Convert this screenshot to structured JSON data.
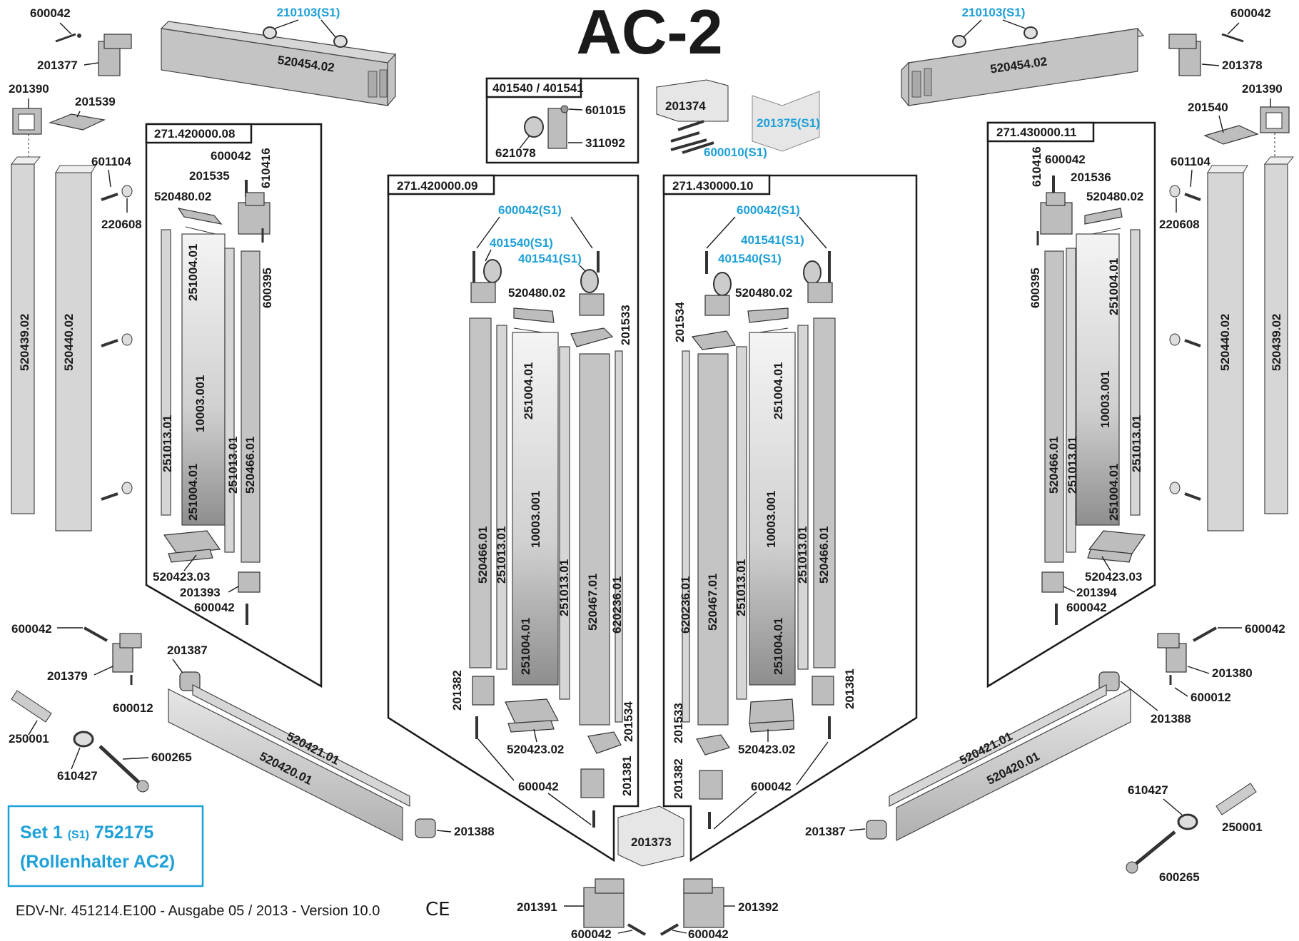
{
  "title": "AC-2",
  "footer": "EDV-Nr. 451214.E100 - Ausgabe 05 / 2013 - Version 10.0",
  "ce_mark": "CE",
  "set_box": {
    "line1_a": "Set 1",
    "line1_b": "(S1)",
    "line1_c": "752175",
    "line2": "(Rollenhalter AC2)"
  },
  "colors": {
    "accent": "#1ea0d8",
    "text": "#1a1a1a",
    "profile": "#d6d6d6"
  },
  "boxes": {
    "box_401540": "401540 / 401541",
    "door_left": "271.420000.08",
    "door_mid_left": "271.420000.09",
    "door_mid_right": "271.430000.10",
    "door_right": "271.430000.11"
  },
  "labels": {
    "p600042_tl": "600042",
    "p201377": "201377",
    "p210103_l": "210103(S1)",
    "p520454_l": "520454.02",
    "p201390_l": "201390",
    "p201539": "201539",
    "p601104_l": "601104",
    "p220608_l": "220608",
    "p600042_d1": "600042",
    "p610416_d1": "610416",
    "p201535": "201535",
    "p520480_d1": "520480.02",
    "p600395_d1": "600395",
    "p520423_d1": "520423.03",
    "p201393": "201393",
    "p600042_d1b": "600042",
    "p600042_bl": "600042",
    "p201387_l": "201387",
    "p201379": "201379",
    "p600012_l": "600012",
    "p250001_l": "250001",
    "p610427_l": "610427",
    "p600265_l": "600265",
    "p201388_l": "201388",
    "p601015": "601015",
    "p621078": "621078",
    "p311092": "311092",
    "p201374": "201374",
    "p201375": "201375(S1)",
    "p600010": "600010(S1)",
    "p600042s1_ml": "600042(S1)",
    "p401540s1_ml": "401540(S1)",
    "p401541s1_ml": "401541(S1)",
    "p520480_ml": "520480.02",
    "p201533_ml": "201533",
    "p201382_ml": "201382",
    "p520423_ml": "520423.02",
    "p600042_ml": "600042",
    "p201534_ml": "201534",
    "p201381_ml": "201381",
    "p600042s1_mr": "600042(S1)",
    "p401541s1_mr": "401541(S1)",
    "p401540s1_mr": "401540(S1)",
    "p520480_mr": "520480.02",
    "p201534_mr": "201534",
    "p201381_mr": "201381",
    "p520423_mr": "520423.02",
    "p600042_mr": "600042",
    "p201533_mr": "201533",
    "p201382_mr": "201382",
    "p201373": "201373",
    "p210103_r": "210103(S1)",
    "p520454_r": "520454.02",
    "p600042_tr": "600042",
    "p201378": "201378",
    "p201390_r": "201390",
    "p201540": "201540",
    "p601104_r": "601104",
    "p220608_r": "220608",
    "p610416_d4": "610416",
    "p600042_d4": "600042",
    "p201536": "201536",
    "p520480_d4": "520480.02",
    "p600395_d4": "600395",
    "p520423_d4": "520423.03",
    "p201394": "201394",
    "p600042_d4b": "600042",
    "p600042_br": "600042",
    "p201380": "201380",
    "p600012_r": "600012",
    "p201388_r": "201388",
    "p520421_l": "520421.01",
    "p520420_l": "520420.01",
    "p520421_r": "520421.01",
    "p520420_r": "520420.01",
    "p201387_r": "201387",
    "p610427_r": "610427",
    "p250001_r": "250001",
    "p600265_r": "600265",
    "p201391": "201391",
    "p201392": "201392",
    "p600042_bot_l": "600042",
    "p600042_bot_r": "600042"
  },
  "vlabels": {
    "v520439_l": "520439.02",
    "v520440_l": "520440.02",
    "v251013_d1a": "251013.01",
    "v251004_d1a": "251004.01",
    "v10003_d1": "10003.001",
    "v251004_d1b": "251004.01",
    "v251013_d1b": "251013.01",
    "v520466_d1": "520466.01",
    "v520466_ml": "520466.01",
    "v251013_mla": "251013.01",
    "v251004_mla": "251004.01",
    "v10003_ml": "10003.001",
    "v251004_mlb": "251004.01",
    "v251013_mlb": "251013.01",
    "v520467_ml": "520467.01",
    "v620236_ml": "620236.01",
    "v620236_mr": "620236.01",
    "v520467_mr": "520467.01",
    "v251013_mra": "251013.01",
    "v251004_mra": "251004.01",
    "v10003_mr": "10003.001",
    "v251004_mrb": "251004.01",
    "v251013_mrb": "251013.01",
    "v520466_mr": "520466.01",
    "v520466_d4": "520466.01",
    "v251013_d4a": "251013.01",
    "v251004_d4a": "251004.01",
    "v10003_d4": "10003.001",
    "v251004_d4b": "251004.01",
    "v251013_d4b": "251013.01",
    "v520440_r": "520440.02",
    "v520439_r": "520439.02"
  }
}
